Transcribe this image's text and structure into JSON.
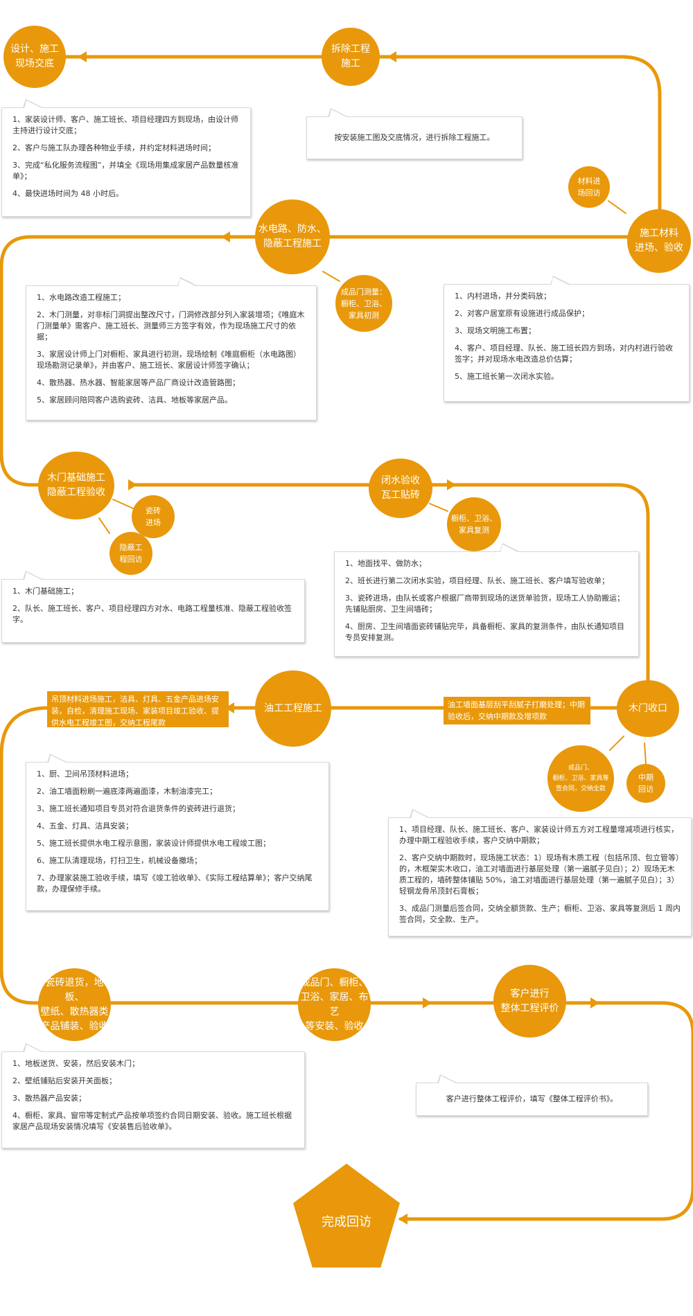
{
  "theme": {
    "accent": "#e8980a",
    "line": "#e8980a",
    "text": "#333333",
    "box_border": "#d8d8d8"
  },
  "nodes": {
    "design_handover": "设计、施工\n现场交底",
    "demolition": "拆除工程\n施工",
    "materials_entry": "施工材料\n进场、验收",
    "plumbing_electrical": "水电路、防水、\n隐蔽工程施工",
    "wood_door_base": "木门基础施工\n隐蔽工程验收",
    "water_test_tiling": "闭水验收\n瓦工贴砖",
    "wood_door_finish": "木门收口",
    "painting": "油工工程施工",
    "tile_return": "瓷砖退货，地板、\n壁纸、散热器类\n产品铺装、验收",
    "finished_products": "成品门、橱柜、\n卫浴、家居、布艺\n等安装、验收",
    "evaluation": "客户进行\n整体工程评价",
    "final_visit": "完成回访"
  },
  "sub_nodes": {
    "material_visit": "材料进\n场回访",
    "product_measure": "成品门测量：\n橱柜、卫浴、\n家具初测",
    "tile_entry": "瓷砖\n进场",
    "hidden_visit": "隐蔽工\n程回访",
    "cabinet_recheck": "橱柜、卫浴、\n家具复测",
    "contract_sign": "成品门、\n橱柜、卫浴、家具等\n签合同，交纳全款",
    "mid_visit": "中期\n回访"
  },
  "tags": {
    "ceiling_materials": "吊顶材料进场施工，洁具、灯具、五金产品进场安装，自检，清理施工现场、家装项目竣工验收、提供水电工程竣工图，交纳工程尾款",
    "wall_putty": "油工墙面基层刮平刮腻子打磨处理；中期验收后，交纳中期款及增项款"
  },
  "boxes": {
    "b1": [
      "1、家装设计师、客户、施工班长、项目经理四方到现场，由设计师主持进行设计交底；",
      "2、客户与施工队办理各种物业手续，并约定材料进场时间；",
      "3、完成“私化服务流程图”，并填全《现场用集成家居产品数量核准单》；",
      "4、最快进场时间为 48 小时后。"
    ],
    "b2": [
      "按安装施工图及交底情况，进行拆除工程施工。"
    ],
    "b3": [
      "1、水电路改造工程施工；",
      "2、木门测量，对非标门洞提出整改尺寸，门洞修改部分列入家装增项；《唯庭木门测量单》需客户、施工班长、测量师三方签字有效，作为现场施工尺寸的依据；",
      "3、家居设计师上门对橱柜、家具进行初测，现场绘制《唯庭橱柜（水电路图）现场勘测记录单》，并由客户、施工班长、家居设计师签字确认；",
      "4、散热器、热水器、智能家居等产品厂商设计改造管路图；",
      "5、家居顾问陪同客户选购瓷砖、洁具、地板等家居产品。"
    ],
    "b4": [
      "1、内村进场，并分类码放；",
      "2、对客户居室原有设施进行成品保护；",
      "3、现场文明施工布置；",
      "4、客户、项目经理、队长、施工班长四方到场，对内村进行验收签字；并对现场水电改造总价估算；",
      "5、施工班长第一次闭水实验。"
    ],
    "b5": [
      "1、木门基础施工；",
      "2、队长、施工班长、客户、项目经理四方对水、电路工程量核准、隐蔽工程验收签字。"
    ],
    "b6": [
      "1、地面找平、做防水；",
      "2、班长进行第二次闭水实验，项目经理、队长、施工班长、客户填写验收单；",
      "3、瓷砖进场，由队长或客户根据厂商带到现场的送货单验货，现场工人协助搬运；先铺贴厨房、卫生间墙砖；",
      "4、厨房、卫生间墙面瓷砖铺贴完毕，具备橱柜、家具的复测条件，由队长通知项目专员安排复测。"
    ],
    "b7": [
      "1、厨、卫间吊顶材料进场；",
      "2、油工墙面粉刷一遍底漆两遍面漆，木制油漆完工；",
      "3、施工班长通知项目专员对符合退货条件的瓷砖进行退货；",
      "4、五金、灯具、洁具安装；",
      "5、施工班长提供水电工程示意图，家装设计师提供水电工程竣工图；",
      "6、施工队清理现场，打扫卫生，机械设备撤场；",
      "7、办理家装施工验收手续，填写《竣工验收单》、《实际工程结算单》；客户交纳尾款，办理保修手续。"
    ],
    "b8": [
      "1、项目经理、队长、施工班长、客户、家装设计师五方对工程量增减项进行核实，办理中期工程验收手续，客户交纳中期款；",
      "2、客户交纳中期款时，现场施工状态：1）现场有木质工程（包括吊顶、包立管等）的，木框架实木收口，油工对墙面进行基层处理（第一遍腻子见白）；2）现场无木质工程的，墙砖整体铺贴 50%，油工对墙面进行基层处理（第一遍腻子见白）；3）轻钢龙骨吊顶封石膏板；",
      "3、成品门测量后签合同，交纳全额货款、生产；橱柜、卫浴、家具等复测后 1 周内签合同，交全款、生产。"
    ],
    "b9": [
      "1、地板送货、安装，然后安装木门；",
      "2、壁纸铺贴后安装开关面板；",
      "3、散热器产品安装；",
      "4、橱柜、家具、窗帘等定制式产品按单项签约合同日期安装、验收。施工班长根据家居产品现场安装情况填写《安装售后验收单》。"
    ],
    "b10": [
      "客户进行整体工程评价，填写《整体工程评价书》。"
    ]
  }
}
